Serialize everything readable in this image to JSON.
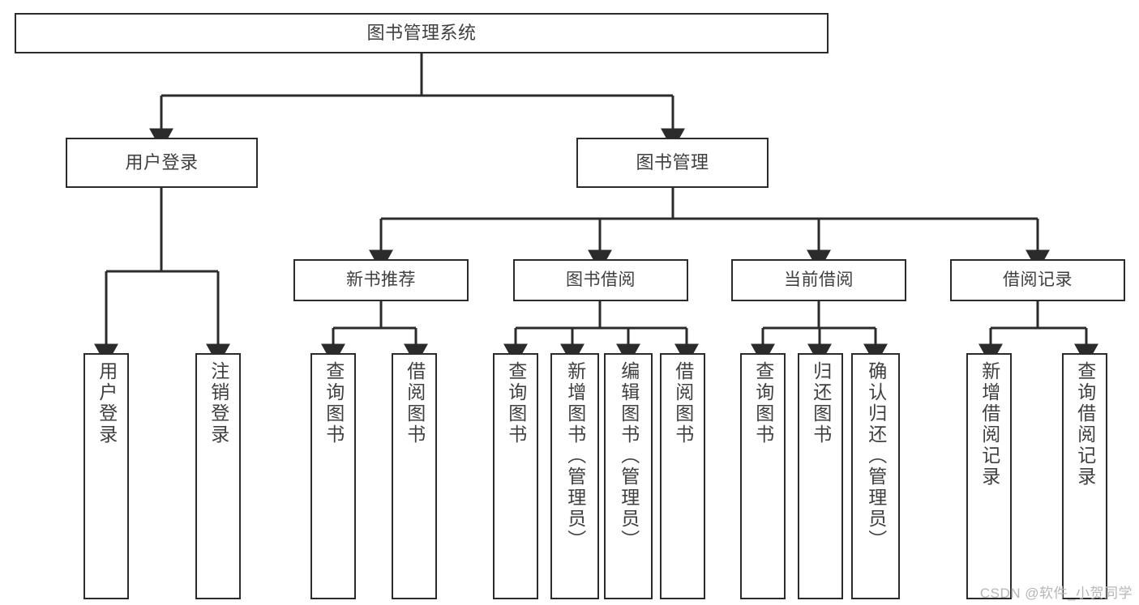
{
  "diagram": {
    "type": "hierarchy-tree",
    "title": "图书管理系统",
    "colors": {
      "box_border": "#2b2b2b",
      "box_fill": "#ffffff",
      "connector": "#2b2b2b",
      "text": "#3f3f3f",
      "watermark": "#b6b6b6",
      "background": "#ffffff"
    },
    "root": {
      "label": "图书管理系统"
    },
    "level2": [
      {
        "label": "用户登录"
      },
      {
        "label": "图书管理"
      }
    ],
    "level3": [
      {
        "label": "新书推荐"
      },
      {
        "label": "图书借阅"
      },
      {
        "label": "当前借阅"
      },
      {
        "label": "借阅记录"
      }
    ],
    "leaves": {
      "user_login": [
        {
          "label": "用户登录"
        },
        {
          "label": "注销登录"
        }
      ],
      "new_book_rec": [
        {
          "label": "查询图书"
        },
        {
          "label": "借阅图书"
        }
      ],
      "book_borrow": [
        {
          "label": "查询图书"
        },
        {
          "label": "新增图书（管理员）"
        },
        {
          "label": "编辑图书（管理员）"
        },
        {
          "label": "借阅图书"
        }
      ],
      "current_borrow": [
        {
          "label": "查询图书"
        },
        {
          "label": "归还图书"
        },
        {
          "label": "确认归还（管理员）"
        }
      ],
      "borrow_record": [
        {
          "label": "新增借阅记录"
        },
        {
          "label": "查询借阅记录"
        }
      ]
    }
  },
  "watermark": {
    "text": "CSDN @软件_小贺同学"
  }
}
